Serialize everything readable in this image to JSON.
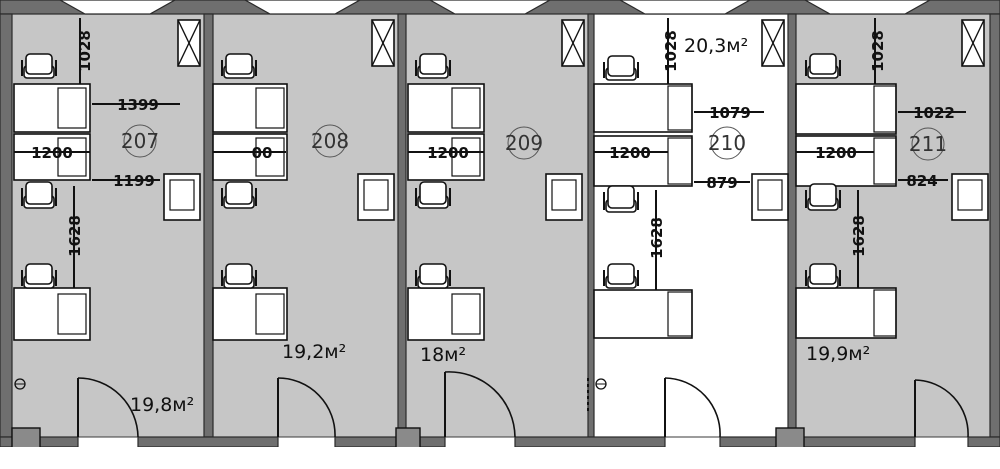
{
  "colors": {
    "room_fill": "#c6c6c6",
    "room_fill_alt": "#ffffff",
    "wall": "#6f6f6f",
    "line": "#111111"
  },
  "rooms": [
    {
      "number": "207",
      "area": "19,8м²",
      "fill": "gray",
      "dims": {
        "top": "1028",
        "upper": "1399",
        "mid": "1200",
        "lower": "1199",
        "vertical": "1628"
      }
    },
    {
      "number": "208",
      "area": "19,2м²",
      "fill": "gray",
      "dims": {
        "mid": "00"
      }
    },
    {
      "number": "209",
      "area": "18м²",
      "fill": "gray",
      "dims": {
        "mid": "1200"
      }
    },
    {
      "number": "210",
      "area": "20,3м²",
      "fill": "white",
      "dims": {
        "top": "1028",
        "upper": "1079",
        "mid": "1200",
        "lower": "879",
        "vertical": "1628"
      }
    },
    {
      "number": "211",
      "area": "19,9м²",
      "fill": "gray",
      "dims": {
        "top": "1028",
        "upper": "1022",
        "mid": "1200",
        "lower": "824",
        "vertical": "1628"
      }
    }
  ]
}
